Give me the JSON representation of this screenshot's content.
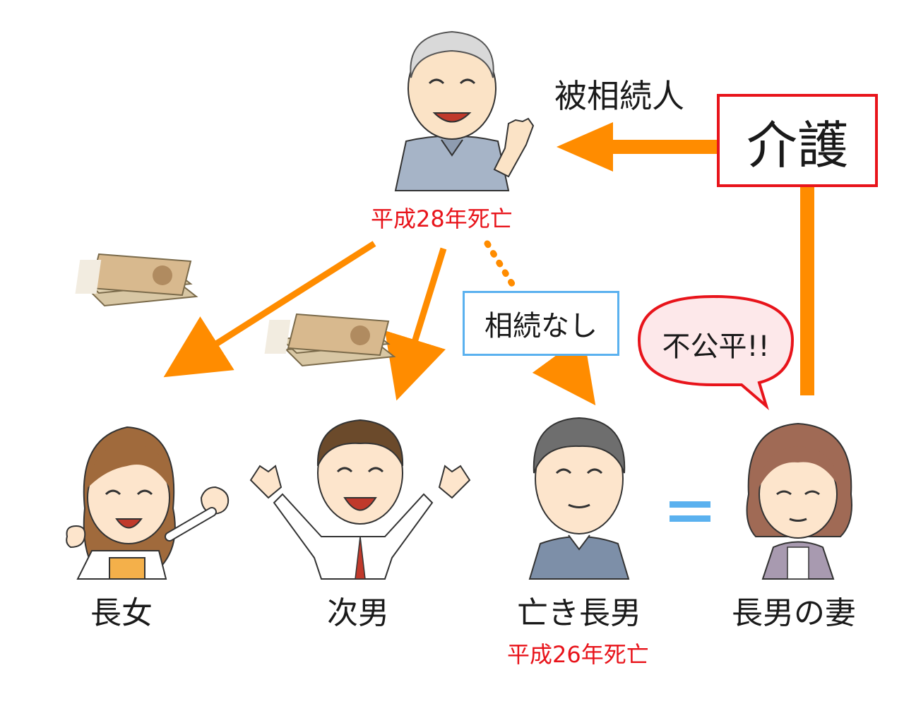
{
  "decedent": {
    "label": "被相続人",
    "death": "平成28年死亡"
  },
  "care_box": {
    "label": "介護"
  },
  "no_inherit_box": {
    "label": "相続なし"
  },
  "bubble": {
    "label": "不公平!!"
  },
  "people": [
    {
      "label": "長女"
    },
    {
      "label": "次男"
    },
    {
      "label": "亡き長男",
      "death": "平成26年死亡"
    },
    {
      "label": "長男の妻"
    }
  ],
  "colors": {
    "arrow": "#ff8c00",
    "death_text": "#e8141b",
    "care_border": "#e8141b",
    "blue": "#5ab1ef"
  }
}
